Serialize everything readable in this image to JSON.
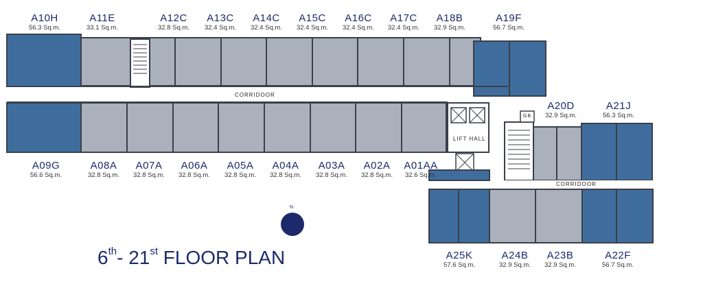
{
  "units_top": [
    {
      "code": "A10H",
      "area": "56.3 Sq.m."
    },
    {
      "code": "A11E",
      "area": "33.1 Sq.m."
    },
    {
      "code": "A12C",
      "area": "32.8 Sq.m."
    },
    {
      "code": "A13C",
      "area": "32.4 Sq.m."
    },
    {
      "code": "A14C",
      "area": "32.4 Sq.m."
    },
    {
      "code": "A15C",
      "area": "32.4 Sq.m."
    },
    {
      "code": "A16C",
      "area": "32.4 Sq.m."
    },
    {
      "code": "A17C",
      "area": "32.4 Sq.m."
    },
    {
      "code": "A18B",
      "area": "32.9 Sq.m."
    },
    {
      "code": "A19F",
      "area": "56.7 Sq.m."
    }
  ],
  "units_middle": [
    {
      "code": "A09G",
      "area": "56.6 Sq.m."
    },
    {
      "code": "A08A",
      "area": "32.8 Sq.m."
    },
    {
      "code": "A07A",
      "area": "32.8 Sq.m."
    },
    {
      "code": "A06A",
      "area": "32.8 Sq.m."
    },
    {
      "code": "A05A",
      "area": "32.8 Sq.m."
    },
    {
      "code": "A04A",
      "area": "32.8 Sq.m."
    },
    {
      "code": "A03A",
      "area": "32.8 Sq.m."
    },
    {
      "code": "A02A",
      "area": "32.8 Sq.m."
    },
    {
      "code": "A01AA",
      "area": "32.6 Sq.m."
    }
  ],
  "units_right": [
    {
      "code": "A20D",
      "area": "32.9 Sq.m."
    },
    {
      "code": "A21J",
      "area": "56.3 Sq.m."
    }
  ],
  "units_bottom": [
    {
      "code": "A25K",
      "area": "57.6 Sq.m."
    },
    {
      "code": "A24B",
      "area": "32.9 Sq.m."
    },
    {
      "code": "A23B",
      "area": "32.9 Sq.m."
    },
    {
      "code": "A22F",
      "area": "56.7 Sq.m."
    }
  ],
  "labels": {
    "corridor_main": "CORRIDOOR",
    "corridor_east": "CORRIDOOR",
    "lift_hall": "LIFT HALL",
    "garbage": "GB.",
    "north": "N"
  },
  "title": {
    "floor_from": "6",
    "sup_from": "th",
    "dash": "- 21",
    "sup_to": "st",
    "text": "FLOOR PLAN"
  },
  "colors": {
    "light_unit": "#aab1bd",
    "feature_unit": "#3f6e9e",
    "wall": "#3a3f4a",
    "text_accent": "#1b2a6b",
    "compass": "#1c2a6b"
  }
}
